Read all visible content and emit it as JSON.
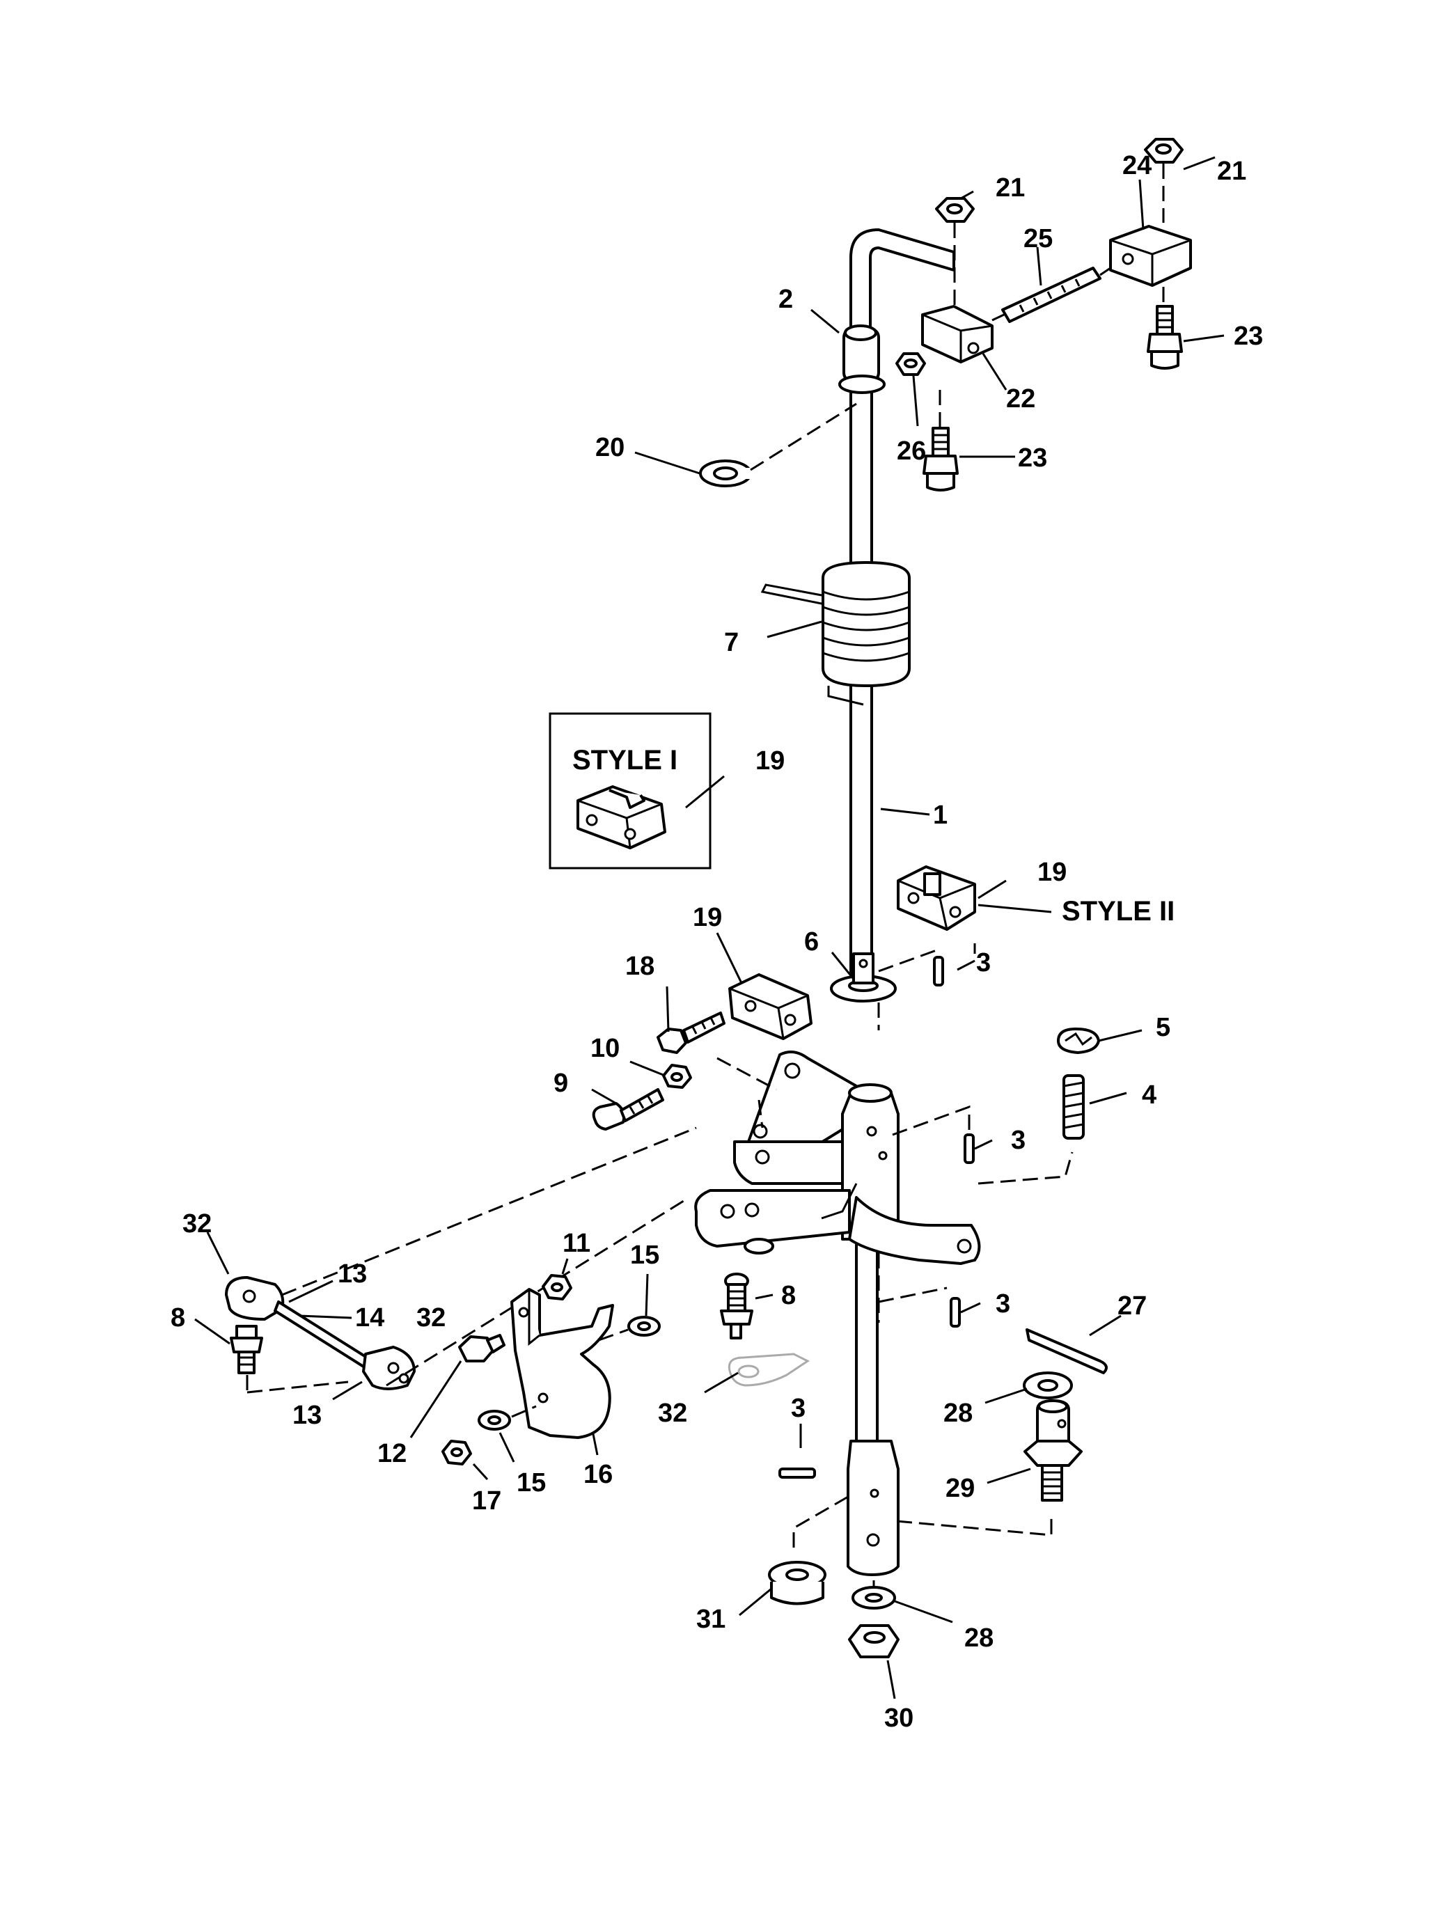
{
  "diagram": {
    "style_labels": {
      "style_1": "STYLE I",
      "style_2": "STYLE II"
    },
    "callouts": [
      {
        "id": "c1",
        "text": "1"
      },
      {
        "id": "c2",
        "text": "2"
      },
      {
        "id": "c3a",
        "text": "3"
      },
      {
        "id": "c3b",
        "text": "3"
      },
      {
        "id": "c3c",
        "text": "3"
      },
      {
        "id": "c3d",
        "text": "3"
      },
      {
        "id": "c4",
        "text": "4"
      },
      {
        "id": "c5",
        "text": "5"
      },
      {
        "id": "c6",
        "text": "6"
      },
      {
        "id": "c7",
        "text": "7"
      },
      {
        "id": "c8a",
        "text": "8"
      },
      {
        "id": "c8b",
        "text": "8"
      },
      {
        "id": "c9",
        "text": "9"
      },
      {
        "id": "c10",
        "text": "10"
      },
      {
        "id": "c11",
        "text": "11"
      },
      {
        "id": "c12",
        "text": "12"
      },
      {
        "id": "c13a",
        "text": "13"
      },
      {
        "id": "c13b",
        "text": "13"
      },
      {
        "id": "c14",
        "text": "14"
      },
      {
        "id": "c15a",
        "text": "15"
      },
      {
        "id": "c15b",
        "text": "15"
      },
      {
        "id": "c16",
        "text": "16"
      },
      {
        "id": "c17",
        "text": "17"
      },
      {
        "id": "c18",
        "text": "18"
      },
      {
        "id": "c19a",
        "text": "19"
      },
      {
        "id": "c19b",
        "text": "19"
      },
      {
        "id": "c19c",
        "text": "19"
      },
      {
        "id": "c20",
        "text": "20"
      },
      {
        "id": "c21a",
        "text": "21"
      },
      {
        "id": "c21b",
        "text": "21"
      },
      {
        "id": "c22",
        "text": "22"
      },
      {
        "id": "c23a",
        "text": "23"
      },
      {
        "id": "c23b",
        "text": "23"
      },
      {
        "id": "c24",
        "text": "24"
      },
      {
        "id": "c25",
        "text": "25"
      },
      {
        "id": "c26",
        "text": "26"
      },
      {
        "id": "c27",
        "text": "27"
      },
      {
        "id": "c28a",
        "text": "28"
      },
      {
        "id": "c28b",
        "text": "28"
      },
      {
        "id": "c29",
        "text": "29"
      },
      {
        "id": "c30",
        "text": "30"
      },
      {
        "id": "c31",
        "text": "31"
      },
      {
        "id": "c32a",
        "text": "32"
      },
      {
        "id": "c32b",
        "text": "32"
      },
      {
        "id": "c32c",
        "text": "32"
      }
    ]
  }
}
